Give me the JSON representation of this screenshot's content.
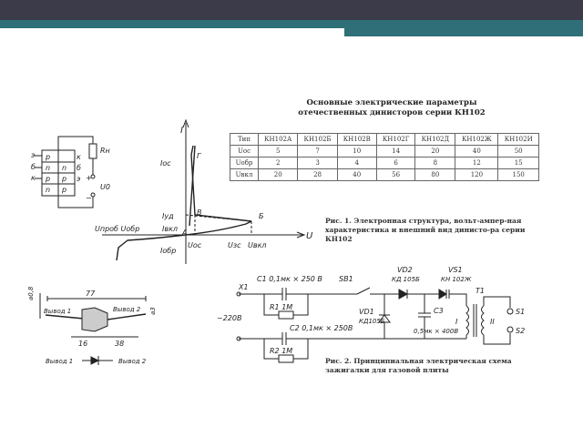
{
  "table": {
    "title_line1": "Основные электрические параметры",
    "title_line2": "отечественных динисторов серии КН102",
    "headers": [
      "Тип",
      "КН102А",
      "КН102Б",
      "КН102В",
      "КН102Г",
      "КН102Д",
      "КН102Ж",
      "КН102И"
    ],
    "rows": [
      {
        "name": "Uос",
        "values": [
          "5",
          "7",
          "10",
          "14",
          "20",
          "40",
          "50"
        ]
      },
      {
        "name": "Uобр",
        "values": [
          "2",
          "3",
          "4",
          "6",
          "8",
          "12",
          "15"
        ]
      },
      {
        "name": "Uвкл",
        "values": [
          "20",
          "28",
          "40",
          "56",
          "80",
          "120",
          "150"
        ]
      }
    ]
  },
  "caption1": "Рис. 1. Электронная структура, вольт-ампер-ная характеристика и внешний вид динисто-ра серии КН102",
  "caption2": "Рис. 2. Принципиальная электрическая схема зажигалки для газовой плиты",
  "structure": {
    "layer_labels": [
      "р",
      "n",
      "р",
      "n"
    ],
    "right_labels": [
      "n",
      "р",
      "р"
    ],
    "pin_labels": [
      "э",
      "б",
      "к"
    ],
    "right_pins": [
      "к",
      "б",
      "э"
    ],
    "resistor": "Rн",
    "plus": "+",
    "minus": "−",
    "source": "U0"
  },
  "vac": {
    "axis_i": "I",
    "axis_u": "U",
    "i_os": "Iос",
    "i_ud": "Iуд",
    "i_vkl": "Iвкл",
    "i_obr": "Iобр",
    "u_obr_pr": "Uпроб Uобр",
    "u_os": "Uос",
    "u_zs": "Uзс",
    "u_vkl": "Uвкл",
    "pt_g": "Г",
    "pt_v": "В",
    "pt_b": "Б",
    "pt_a": "А"
  },
  "outline": {
    "dim_77": "77",
    "dim_16": "16",
    "dim_38": "38",
    "dim_d": "⌀0,8",
    "dim_d2": "⌀3",
    "pin1": "Вывод 1",
    "pin2": "Вывод 2"
  },
  "schematic": {
    "x1": "X1",
    "mains": "~220В",
    "c1": "С1 0,1мк × 250 В",
    "r1": "R1  1М",
    "c2": "С2 0,1мк × 250В",
    "r2": "R2  1М",
    "sb1": "SB1",
    "vd1": "VD1",
    "vd1_type": "КД105Б",
    "vd2": "VD2",
    "vd2_type": "КД 105Б",
    "vs1": "VS1",
    "vs1_type": "КН 102Ж",
    "c3": "С3",
    "c3_val": "0,5мк × 400В",
    "t1": "T1",
    "w1": "I",
    "w2": "II",
    "s1": "S1",
    "s2": "S2"
  }
}
